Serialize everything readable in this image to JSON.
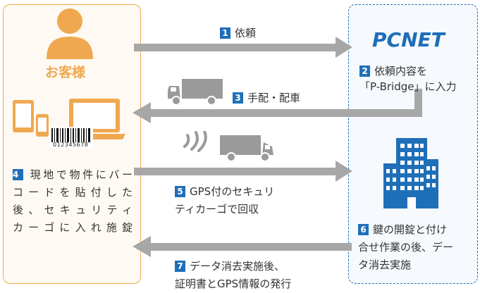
{
  "customer": {
    "label": "お客様"
  },
  "company": {
    "logo": "PCNET"
  },
  "steps": {
    "s1": {
      "num": "1",
      "text": "依頼"
    },
    "s2": {
      "num": "2",
      "line1": "依頼内容を",
      "line2": "「P-Bridge」に入力"
    },
    "s3": {
      "num": "3",
      "text": "手配・配車"
    },
    "s4": {
      "num": "4",
      "line1": "現地で物件にバー",
      "line2": "コードを貼付した",
      "line3": "後、セキュリティ",
      "line4": "カーゴに入れ施錠"
    },
    "s5": {
      "num": "5",
      "line1": "GPS付のセキュリ",
      "line2": "ティカーゴで回収"
    },
    "s6": {
      "num": "6",
      "line1": "鍵の開錠と付け",
      "line2": "合せ作業の後、デー",
      "line3": "タ消去実施"
    },
    "s7": {
      "num": "7",
      "line1": "データ消去実施後、",
      "line2": "証明書とGPS情報の発行"
    }
  },
  "barcode": {
    "number": "012345678"
  },
  "colors": {
    "orange": "#f0a850",
    "blue": "#1f6fb8",
    "arrow": "#a7a7a7",
    "truck": "#9a9a9a"
  }
}
